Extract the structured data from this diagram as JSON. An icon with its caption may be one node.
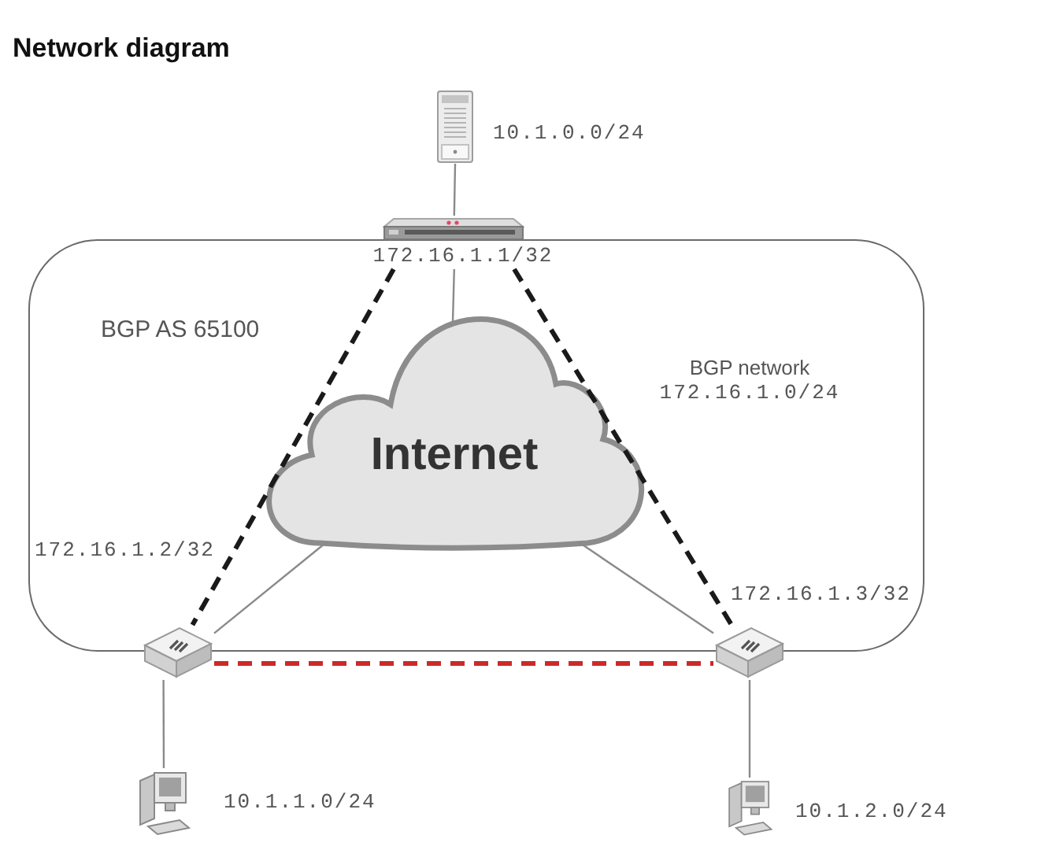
{
  "diagram": {
    "title": "Network diagram",
    "nodes": [
      {
        "text": [],
        "shape": "picture",
        "beside": [
          "10.1.0.0/24"
        ]
      },
      {
        "text": [],
        "shape": "picture",
        "beside": [
          "172.16.1.1/32"
        ]
      },
      {
        "text": [
          "BGP AS 65100",
          "BGP network",
          "172.16.1.0/24"
        ]
      },
      {
        "text": [
          "Internet"
        ],
        "in": 2
      },
      {
        "text": [],
        "shape": "picture",
        "beside": [
          "172.16.1.2/32"
        ]
      },
      {
        "text": [],
        "shape": "picture",
        "beside": [
          "172.16.1.3/32"
        ]
      },
      {
        "text": [],
        "shape": "picture",
        "beside": [
          "10.1.1.0/24"
        ]
      },
      {
        "text": [],
        "shape": "picture",
        "beside": [
          "10.1.2.0/24"
        ]
      }
    ],
    "edges": [
      {
        "from": 0,
        "to": 1,
        "arrow": "none"
      },
      {
        "from": 1,
        "to": 3,
        "arrow": "none"
      },
      {
        "from": 1,
        "to": 4,
        "arrow": "none",
        "style": "dashed",
        "color": "#1a1a1a"
      },
      {
        "from": 1,
        "to": 5,
        "arrow": "none",
        "style": "dashed",
        "color": "#1a1a1a"
      },
      {
        "from": 3,
        "to": 4,
        "arrow": "none"
      },
      {
        "from": 3,
        "to": 5,
        "arrow": "none"
      },
      {
        "from": 4,
        "to": 5,
        "arrow": "none",
        "style": "dashed",
        "color": "#cc2a2a"
      },
      {
        "from": 4,
        "to": 6,
        "arrow": "none"
      },
      {
        "from": 5,
        "to": 7,
        "arrow": "none"
      }
    ]
  }
}
